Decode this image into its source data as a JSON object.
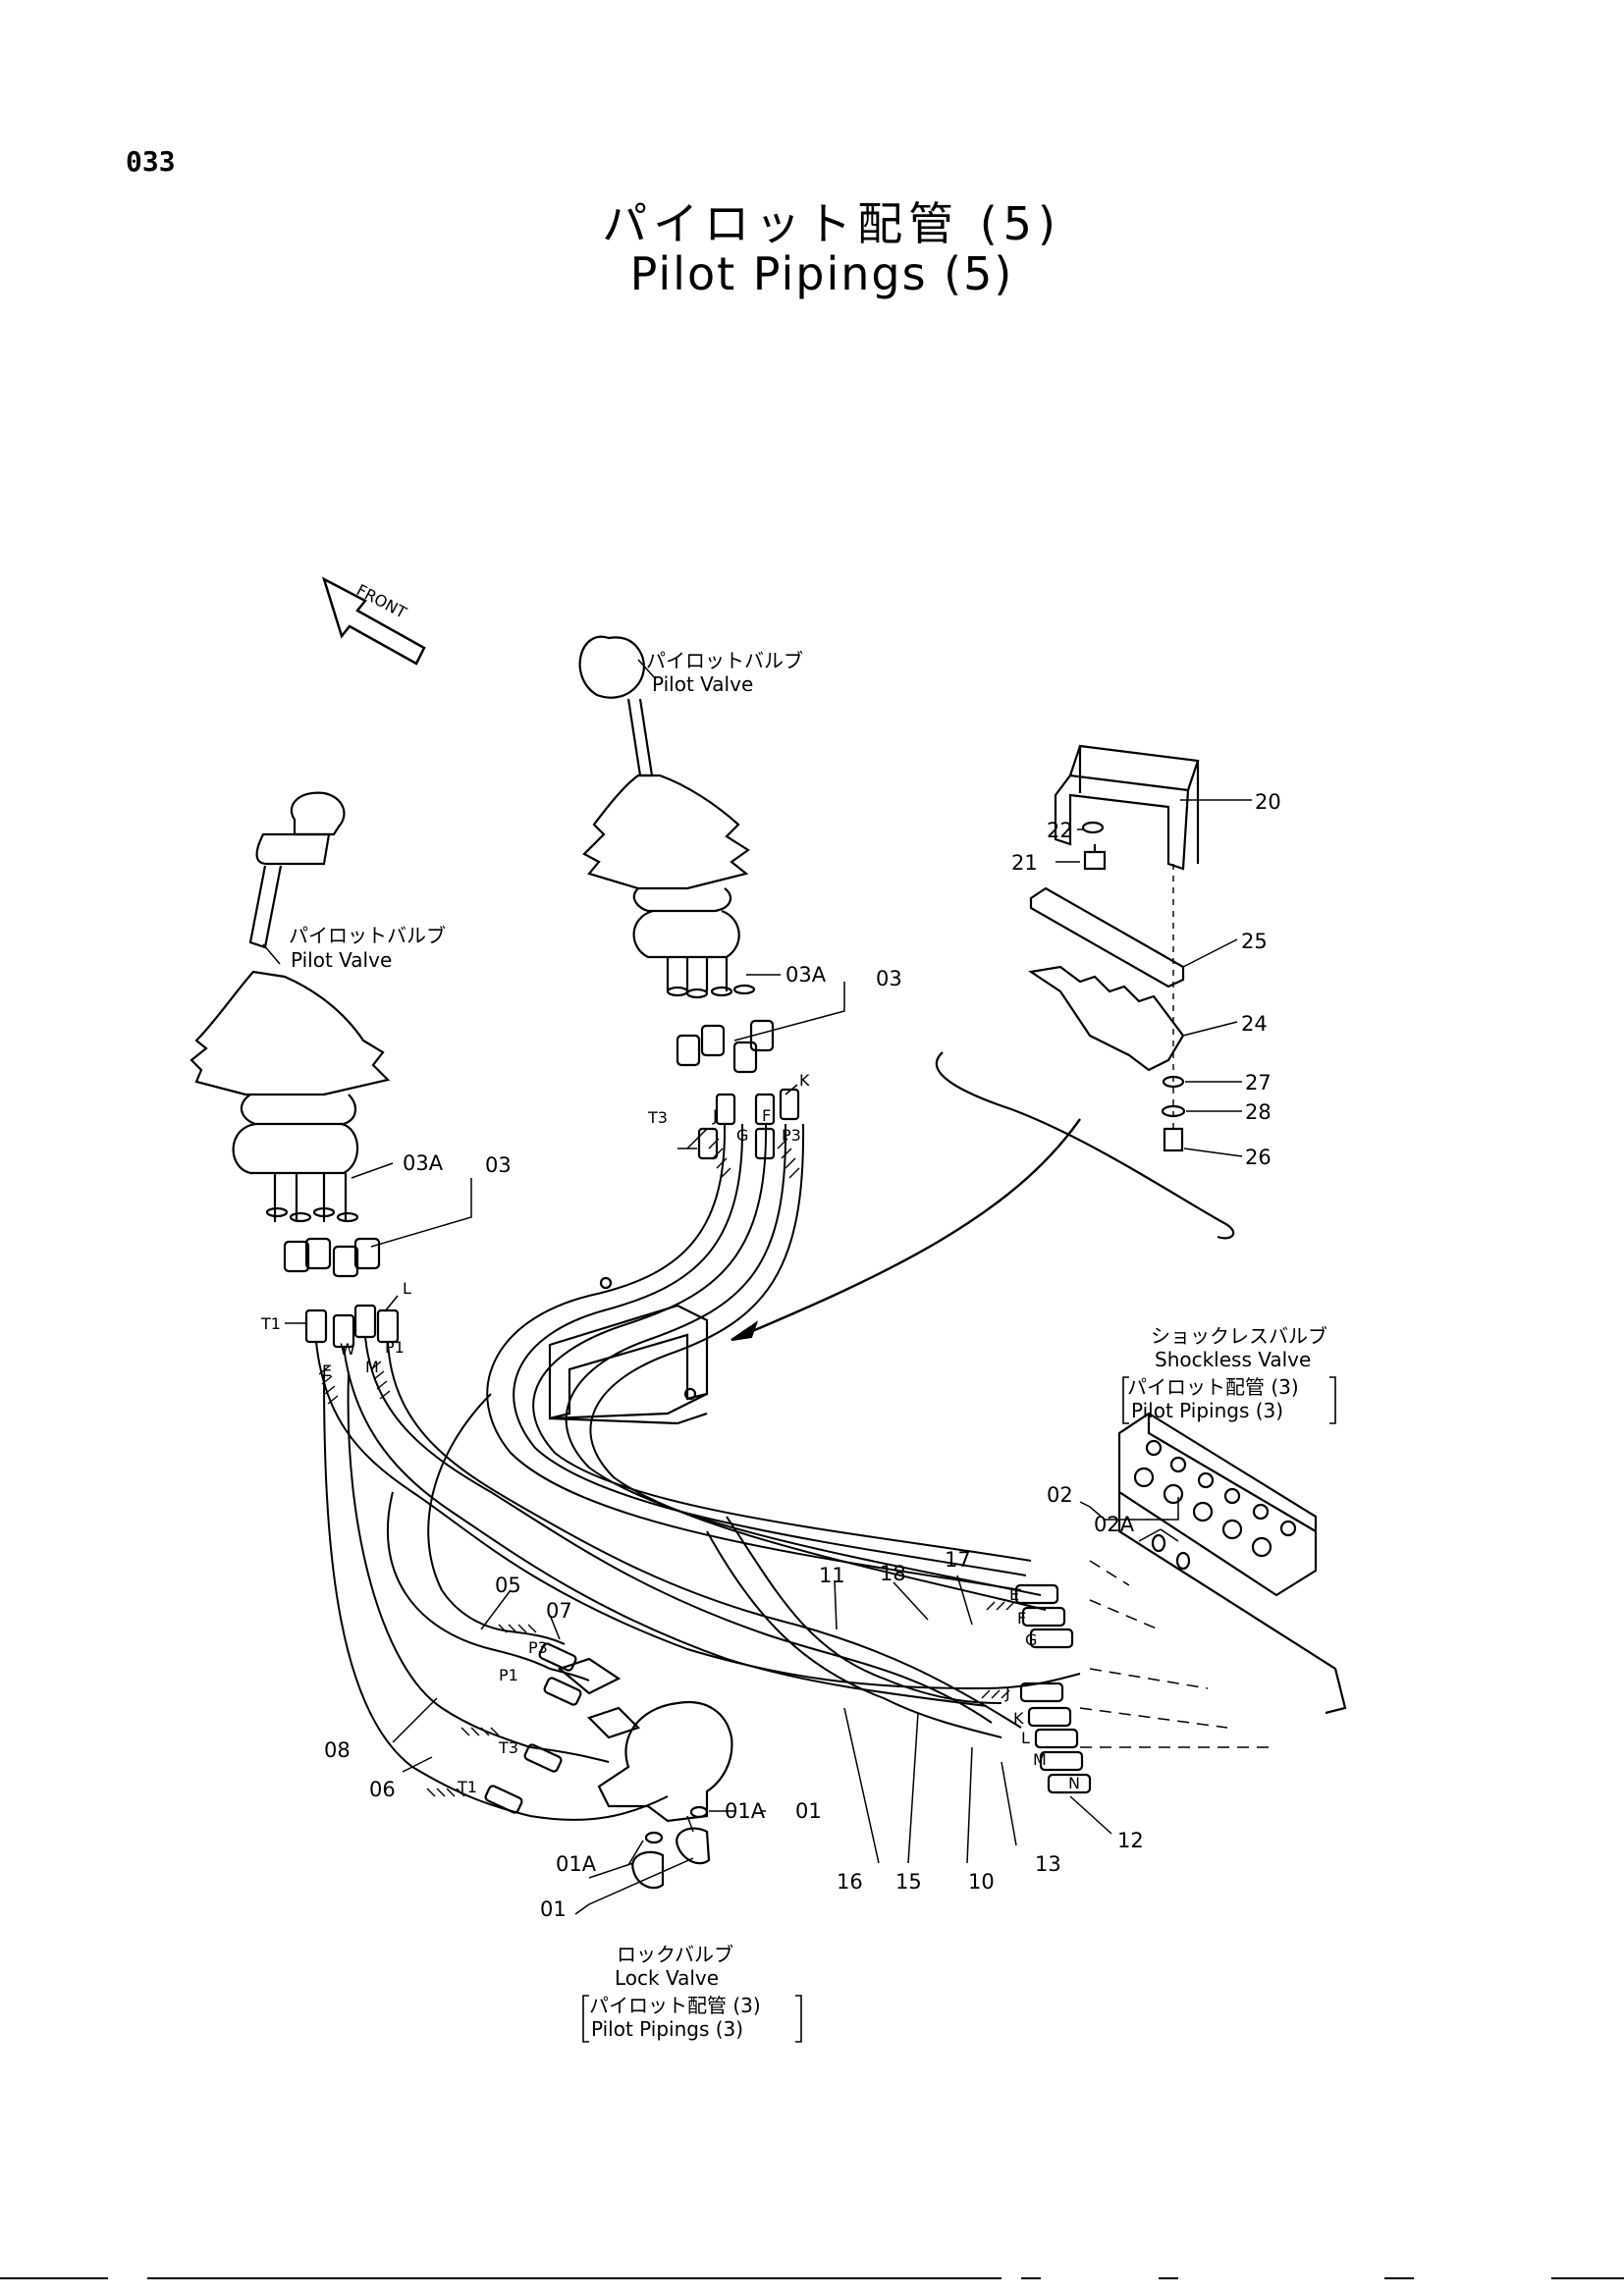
{
  "page": {
    "number": "033"
  },
  "title": {
    "japanese": "パイロット配管 (5)",
    "english": "Pilot Pipings (5)"
  },
  "front_marker": "FRONT",
  "callouts": {
    "pilot_valve_top_jp": "パイロットバルブ",
    "pilot_valve_top_en": "Pilot  Valve",
    "pilot_valve_left_jp": "パイロットバルブ",
    "pilot_valve_left_en": "Pilot  Valve",
    "shockless_jp": "ショックレスバルブ",
    "shockless_en": "Shockless Valve",
    "shockless_ref_jp": "パイロット配管 (3)",
    "shockless_ref_en": "Pilot  Pipings (3)",
    "lock_jp": "ロックバルブ",
    "lock_en": "Lock  Valve",
    "lock_ref_jp": "パイロット配管 (3)",
    "lock_ref_en": "Pilot  Pipings  (3)"
  },
  "part_numbers": {
    "p20": "20",
    "p22": "22",
    "p21": "21",
    "p25": "25",
    "p24": "24",
    "p27": "27",
    "p28": "28",
    "p26": "26",
    "p03a_top": "03A",
    "p03_top": "03",
    "p03a_left": "03A",
    "p03_left": "03",
    "p02": "02",
    "p02a": "02A",
    "p11": "11",
    "p18": "18",
    "p17": "17",
    "p05": "05",
    "p07": "07",
    "p08": "08",
    "p06": "06",
    "p16": "16",
    "p15": "15",
    "p10": "10",
    "p13": "13",
    "p12": "12",
    "p01a_right": "01A",
    "p01_right": "01",
    "p01a_left": "01A",
    "p01_left": "01"
  },
  "port_letters": {
    "t3_top": "T3",
    "k_top": "K",
    "j": "J",
    "g": "G",
    "f": "F",
    "p3_top": "P3",
    "t1_left": "T1",
    "l_left": "L",
    "e": "E",
    "w": "W",
    "m": "M",
    "p1": "P1",
    "hose_e": "E",
    "hose_f": "F",
    "hose_g": "G",
    "hose_j": "J",
    "hose_k": "K",
    "hose_l": "L",
    "hose_m": "M",
    "hose_n": "N",
    "lock_p3": "P3",
    "lock_p1": "P1",
    "lock_t3": "T3",
    "lock_t1": "T1"
  }
}
